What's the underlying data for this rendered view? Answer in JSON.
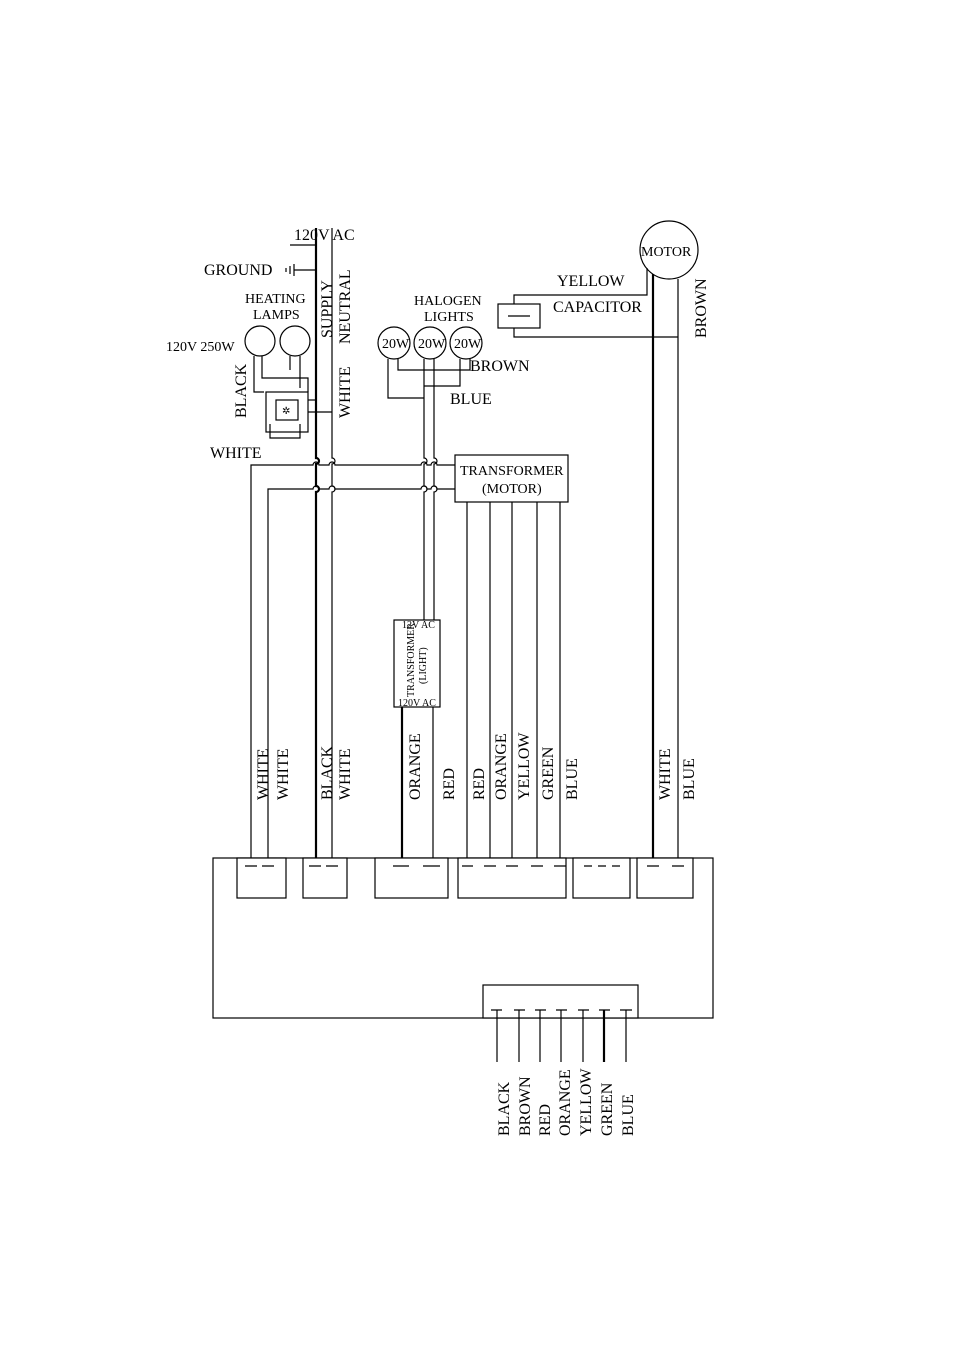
{
  "power": {
    "supply_voltage": "120V AC",
    "ground": "GROUND",
    "supply": "SUPPLY",
    "neutral": "NEUTRAL",
    "white_vertical": "WHITE"
  },
  "heating_lamps": {
    "title_line1": "HEATING",
    "title_line2": "LAMPS",
    "rating": "120V 250W",
    "wire_black": "BLACK",
    "wire_white": "WHITE"
  },
  "halogen_lights": {
    "title_line1": "HALOGEN",
    "title_line2": "LIGHTS",
    "bulbs": [
      "20W",
      "20W",
      "20W"
    ],
    "wire_brown": "BROWN",
    "wire_blue": "BLUE"
  },
  "motor": {
    "label": "MOTOR",
    "wire_yellow": "YELLOW",
    "capacitor": "CAPACITOR",
    "wire_brown": "BROWN"
  },
  "transformer_motor": {
    "line1": "TRANSFORMER",
    "line2": "(MOTOR)"
  },
  "transformer_light": {
    "top": "12V AC",
    "name": "TRANSFORMER",
    "sub": "(LIGHT)",
    "bottom": "120V AC"
  },
  "board_wires": [
    "WHITE",
    "WHITE",
    "BLACK",
    "WHITE",
    "ORANGE",
    "RED",
    "RED",
    "ORANGE",
    "YELLOW",
    "GREEN",
    "BLUE",
    "WHITE",
    "BLUE"
  ],
  "switch_wires": [
    "BLACK",
    "BROWN",
    "RED",
    "ORANGE",
    "YELLOW",
    "GREEN",
    "BLUE"
  ]
}
